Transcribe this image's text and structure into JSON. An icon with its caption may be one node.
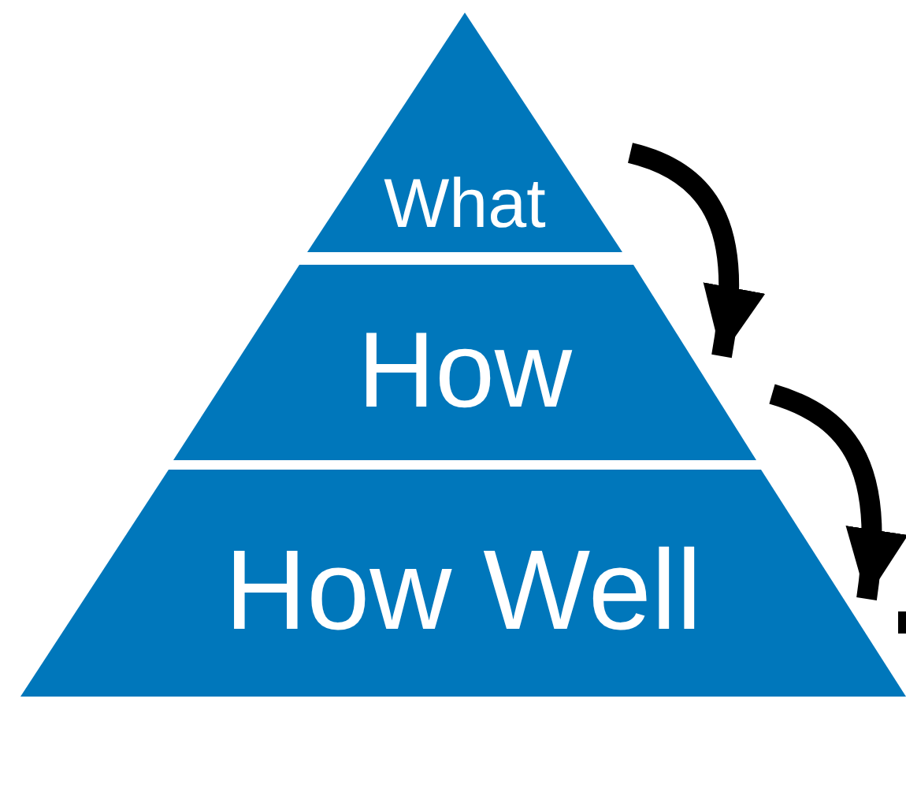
{
  "diagram": {
    "nodes": [
      {
        "text": [
          "What"
        ]
      },
      {
        "text": [
          "How"
        ]
      },
      {
        "text": [
          "How Well"
        ]
      }
    ],
    "edges": [
      {
        "from": 0,
        "to": 1,
        "arrow": "to"
      },
      {
        "from": 1,
        "to": 2,
        "arrow": "to"
      }
    ]
  }
}
